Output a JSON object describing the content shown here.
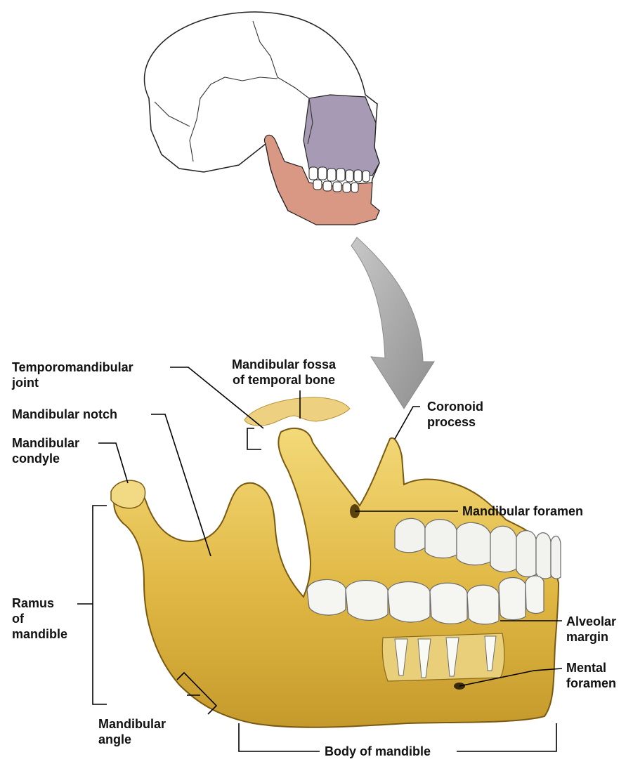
{
  "labels": {
    "tmj": [
      "Temporomandibular",
      "joint"
    ],
    "fossa": [
      "Mandibular fossa",
      "of temporal bone"
    ],
    "notch": [
      "Mandibular notch"
    ],
    "condyle": [
      "Mandibular",
      "condyle"
    ],
    "coronoid": [
      "Coronoid",
      "process"
    ],
    "foramen": [
      "Mandibular foramen"
    ],
    "ramus": [
      "Ramus",
      "of",
      "mandible"
    ],
    "alveolar": [
      "Alveolar",
      "margin"
    ],
    "mental": [
      "Mental",
      "foramen"
    ],
    "angle": [
      "Mandibular",
      "angle"
    ],
    "body": [
      "Body of mandible"
    ]
  },
  "colors": {
    "bone": "#e6c34e",
    "bone_dark": "#b98a1f",
    "bone_light": "#f5df8a",
    "skull_mandible": "#d99884",
    "skull_maxilla": "#a69ab4",
    "arrow": "#a8a8a8",
    "tooth": "#f2f2ee"
  }
}
